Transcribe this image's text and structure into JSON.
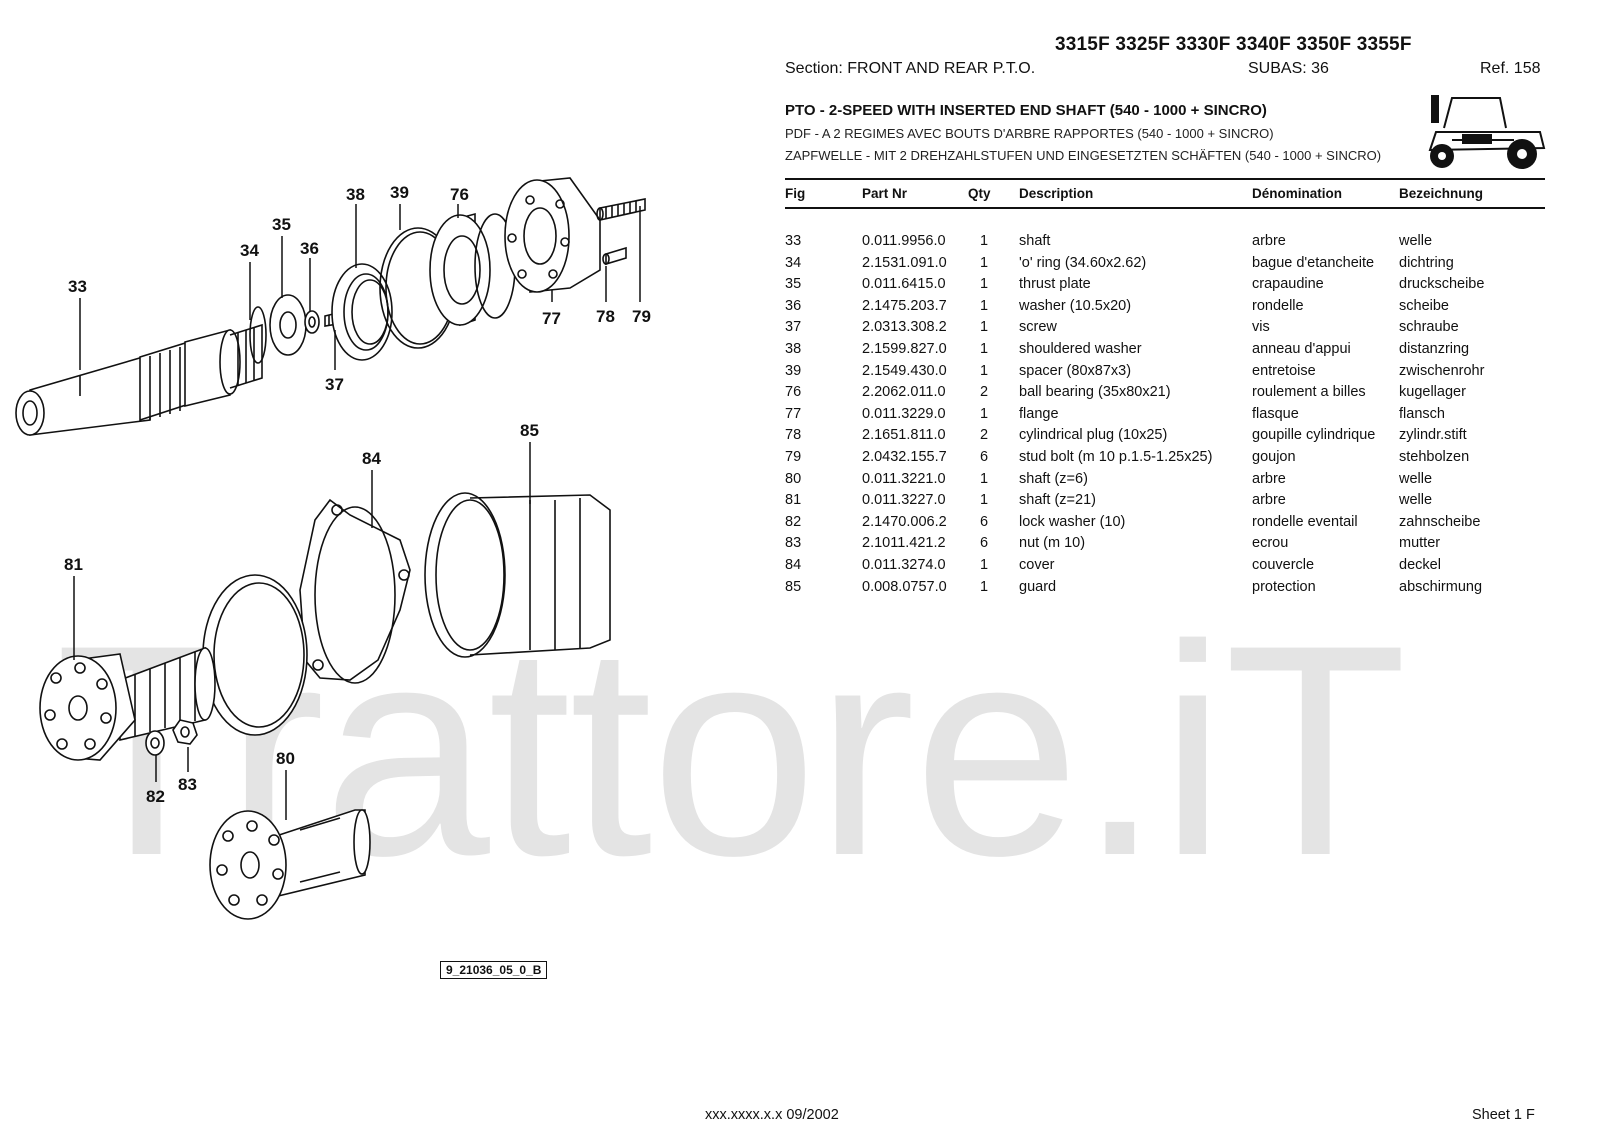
{
  "header": {
    "models": "3315F 3325F 3330F 3340F 3350F 3355F",
    "section": "Section: FRONT  AND  REAR  P.T.O.",
    "subas": "SUBAS: 36",
    "ref": "Ref. 158"
  },
  "title": {
    "en": "PTO - 2-SPEED WITH INSERTED END SHAFT (540 - 1000 + SINCRO)",
    "fr": "PDF - A 2 REGIMES AVEC BOUTS D'ARBRE RAPPORTES (540 - 1000 + SINCRO)",
    "de": "ZAPFWELLE - MIT 2 DREHZAHLSTUFEN UND EINGESETZTEN SCHÄFTEN (540 - 1000 + SINCRO)"
  },
  "table": {
    "headers": [
      "Fig",
      "Part Nr",
      "Qty",
      "Description",
      "Dénomination",
      "Bezeichnung"
    ],
    "rows": [
      [
        "33",
        "0.011.9956.0",
        "1",
        "shaft",
        "arbre",
        "welle"
      ],
      [
        "34",
        "2.1531.091.0",
        "1",
        "'o' ring (34.60x2.62)",
        "bague d'etancheite",
        "dichtring"
      ],
      [
        "35",
        "0.011.6415.0",
        "1",
        "thrust plate",
        "crapaudine",
        "druckscheibe"
      ],
      [
        "36",
        "2.1475.203.7",
        "1",
        "washer (10.5x20)",
        "rondelle",
        "scheibe"
      ],
      [
        "37",
        "2.0313.308.2",
        "1",
        "screw",
        "vis",
        "schraube"
      ],
      [
        "38",
        "2.1599.827.0",
        "1",
        "shouldered washer",
        "anneau d'appui",
        "distanzring"
      ],
      [
        "39",
        "2.1549.430.0",
        "1",
        "spacer (80x87x3)",
        "entretoise",
        "zwischenrohr"
      ],
      [
        "76",
        "2.2062.011.0",
        "2",
        "ball bearing (35x80x21)",
        "roulement a billes",
        "kugellager"
      ],
      [
        "77",
        "0.011.3229.0",
        "1",
        "flange",
        "flasque",
        "flansch"
      ],
      [
        "78",
        "2.1651.811.0",
        "2",
        "cylindrical plug (10x25)",
        "goupille cylindrique",
        "zylindr.stift"
      ],
      [
        "79",
        "2.0432.155.7",
        "6",
        "stud bolt (m 10 p.1.5-1.25x25)",
        "goujon",
        "stehbolzen"
      ],
      [
        "80",
        "0.011.3221.0",
        "1",
        "shaft (z=6)",
        "arbre",
        "welle"
      ],
      [
        "81",
        "0.011.3227.0",
        "1",
        "shaft (z=21)",
        "arbre",
        "welle"
      ],
      [
        "82",
        "2.1470.006.2",
        "6",
        "lock washer (10)",
        "rondelle eventail",
        "zahnscheibe"
      ],
      [
        "83",
        "2.1011.421.2",
        "6",
        "nut (m 10)",
        "ecrou",
        "mutter"
      ],
      [
        "84",
        "0.011.3274.0",
        "1",
        "cover",
        "couvercle",
        "deckel"
      ],
      [
        "85",
        "0.008.0757.0",
        "1",
        "guard",
        "protection",
        "abschirmung"
      ]
    ]
  },
  "drawing": {
    "callouts": [
      "33",
      "34",
      "35",
      "36",
      "37",
      "38",
      "39",
      "76",
      "77",
      "78",
      "79",
      "81",
      "82",
      "83",
      "84",
      "85",
      "80"
    ],
    "code": "9_21036_05_0_B"
  },
  "watermark": "Trattore.iT",
  "footer": {
    "left": "xxx.xxxx.x.x  09/2002",
    "right": "Sheet 1 F"
  }
}
